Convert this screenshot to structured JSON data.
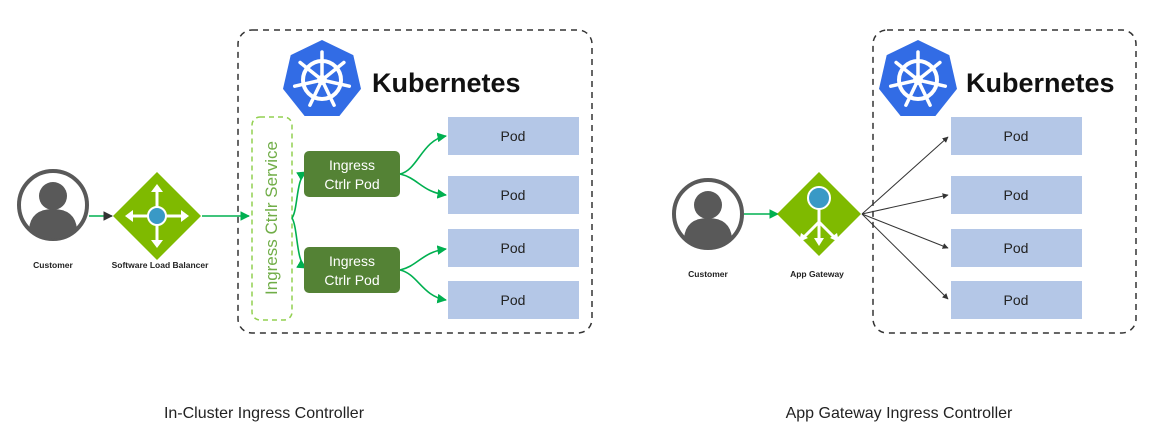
{
  "left": {
    "title": "Kubernetes",
    "customer": "Customer",
    "load_balancer": "Software Load Balancer",
    "service": "Ingress Ctrlr Service",
    "ctrl_pod_line1": "Ingress",
    "ctrl_pod_line2": "Ctrlr Pod",
    "pods": [
      "Pod",
      "Pod",
      "Pod",
      "Pod"
    ],
    "caption": "In-Cluster Ingress Controller"
  },
  "right": {
    "title": "Kubernetes",
    "customer": "Customer",
    "gateway": "App Gateway",
    "pods": [
      "Pod",
      "Pod",
      "Pod",
      "Pod"
    ],
    "caption": "App Gateway Ingress Controller"
  },
  "colors": {
    "k8s_blue": "#326ce5",
    "pod_fill": "#b4c7e7",
    "ctrl_green": "#548235",
    "arrow_green": "#00b050",
    "azure_green": "#7fba00",
    "azure_blue": "#3999c6",
    "person_gray": "#595959"
  },
  "icons": {
    "kubernetes": "kubernetes-helm-icon",
    "customer": "person-icon",
    "load_balancer": "load-balancer-icon",
    "gateway": "app-gateway-icon"
  }
}
